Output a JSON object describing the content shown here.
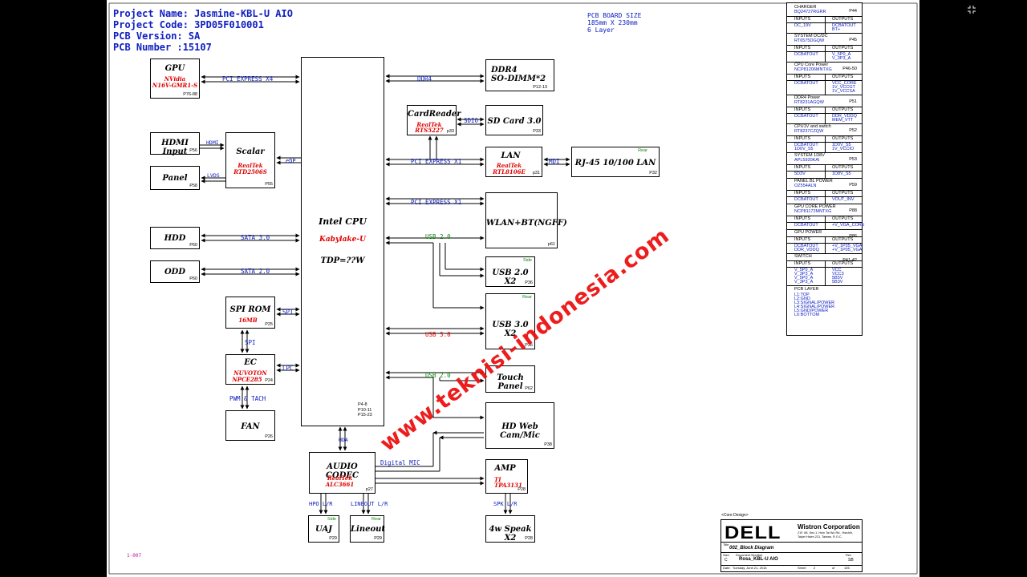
{
  "header": {
    "project_name": "Project Name: Jasmine-KBL-U AIO",
    "project_code": "Project Code: 3PD05F010001",
    "pcb_version": "PCB Version:  SA",
    "pcb_number": "PCB Number :15107"
  },
  "pcb_size": {
    "line1": "PCB BOARD SIZE",
    "line2": "185mm X 230mm",
    "line3": "6 Layer"
  },
  "blocks": {
    "gpu": {
      "title": "GPU",
      "vendor": "NVidia",
      "part": "N16V-GMR1-S",
      "page": "P76-88"
    },
    "hdmi_input": {
      "title": "HDMI Input",
      "page": "P56"
    },
    "panel": {
      "title": "Panel",
      "page": "P58"
    },
    "scalar": {
      "title": "Scalar",
      "vendor": "RealTek",
      "part": "RTD2506S",
      "page": "P55"
    },
    "hdd": {
      "title": "HDD",
      "page": "P60"
    },
    "odd": {
      "title": "ODD",
      "page": "P60"
    },
    "spi_rom": {
      "title": "SPI ROM",
      "size": "16MB",
      "page": "P25"
    },
    "ec": {
      "title": "EC",
      "vendor": "NUVOTON",
      "part": "NPCE285",
      "page": "P24"
    },
    "fan": {
      "title": "FAN",
      "page": "P26"
    },
    "cpu": {
      "title": "Intel CPU",
      "part": "Kabylake-U",
      "tdp": "TDP=??W",
      "pages1": "P4-8",
      "pages2": "P10-11",
      "pages3": "P15-23"
    },
    "ddr4": {
      "title": "DDR4",
      "subtitle": "SO-DIMM*2",
      "page": "P12-13"
    },
    "card_reader": {
      "title": "CardReader",
      "vendor": "RealTek",
      "part": "RTS5227",
      "page": "p33"
    },
    "sd_card": {
      "title": "SD Card 3.0",
      "page": "P33"
    },
    "lan": {
      "title": "LAN",
      "vendor": "RealTek",
      "part": "RTL8106E",
      "page": "p31"
    },
    "rj45": {
      "title": "RJ-45 10/100 LAN",
      "side": "Rear",
      "page": "P32"
    },
    "wlan": {
      "title": "WLAN+BT(NGFF)",
      "page": "p61"
    },
    "usb2": {
      "title": "USB 2.0 X2",
      "side": "Side",
      "page": "P36"
    },
    "usb3": {
      "title": "USB 3.0 X2",
      "side": "Rear",
      "page": "P35"
    },
    "touch": {
      "title": "Touch Panel",
      "page": "P62"
    },
    "webcam": {
      "title": "HD Web Cam/Mic",
      "page": "P38"
    },
    "audio": {
      "title": "AUDIO CODEC",
      "vendor": "RealTek",
      "part": "ALC3661",
      "page": "p27"
    },
    "amp": {
      "title": "AMP",
      "vendor": "TI",
      "part": "TPA3131",
      "page": "P28"
    },
    "uaj": {
      "title": "UAJ",
      "side": "Side",
      "page": "P29"
    },
    "lineout": {
      "title": "Lineout",
      "side": "Rear",
      "page": "P29"
    },
    "speaker": {
      "title": "4w Speak X2",
      "page": "P28"
    }
  },
  "buses": {
    "pcie_x4": "PCI EXPRESS X4",
    "hdmi": "HDMI",
    "lvds": "LVDS",
    "edp": "eDP",
    "sata3": "SATA 3.0",
    "sata2": "SATA 2.0",
    "spi1": "SPI",
    "spi2": "SPI",
    "lpc": "LPC",
    "pwm_tach": "PWM & TACH",
    "hda": "HDA",
    "ddr4": "DDR4",
    "sdio": "SDIO",
    "pcie_x1_lan": "PCI EXPRESS X1",
    "mdi": "MDI",
    "pcie_x1_wlan": "PCI EXPRESS X1",
    "usb20_a": "USB 2.0",
    "usb30": "USB 3.0",
    "usb20_b": "USB 2.0",
    "digital_mic": "Digital MIC",
    "hpo_lr": "HPO L/R",
    "lineout_lr": "LINEOUT L/R",
    "spk_lr": "SPK L/R"
  },
  "power_table": [
    {
      "name": "CHARGER",
      "part": "BQ24727RGRR",
      "pin": "P44",
      "inputs": [
        "DC_19V"
      ],
      "outputs": [
        "DCBATOUT",
        "BT+"
      ]
    },
    {
      "name": "SYSTEM DC/DC",
      "part": "RT6575DGQW",
      "pin": "P45",
      "inputs": [
        "DCBATOUT"
      ],
      "outputs": [
        "V_5P0_A",
        "V_3P3_A"
      ]
    },
    {
      "name": "CPU Core Power",
      "part": "NCP81206MNTXG",
      "pin": "P46-50",
      "inputs": [
        "DCBATOUT"
      ],
      "outputs": [
        "VCC_CORE",
        "1V_VCCGT",
        "1V_VCCSA"
      ]
    },
    {
      "name": "DDR4 Power",
      "part": "RT8231AGQW",
      "pin": "P51",
      "inputs": [
        "DCBATOUT"
      ],
      "outputs": [
        "DDR_VDDQ",
        "MEM_VTT"
      ]
    },
    {
      "name": "CPU1V and switch",
      "part": "RT8237CZQW",
      "pin": "P52",
      "inputs": [
        "DCBATOUT",
        "1D0V_S5"
      ],
      "outputs": [
        "1D0V_S5",
        "1V_VCCIO"
      ]
    },
    {
      "name": "SYSTEM 1D8V",
      "part": "APL5930KAI",
      "pin": "P53",
      "inputs": [
        "5D3V"
      ],
      "outputs": [
        "1D8V_S5"
      ]
    },
    {
      "name": "PANEL BL POWER",
      "part": "OZ554ALN",
      "pin": "P59",
      "inputs": [
        "DCBATOUT"
      ],
      "outputs": [
        "VOUT_INV"
      ]
    },
    {
      "name": "GPU CORE POWER",
      "part": "NCP81172MNTXG",
      "pin": "P88",
      "inputs": [
        "DCBATOUT"
      ],
      "outputs": [
        "+V_VGA_CORE"
      ]
    },
    {
      "name": "GPU POWER",
      "part": "",
      "pin": "P86",
      "inputs": [
        "DCBATOUT",
        "DDR_VDDQ"
      ],
      "outputs": [
        "+V_1P35_VGA",
        "+V_1P05_VGA"
      ]
    },
    {
      "name": "SWITCH",
      "part": "",
      "pin": "P41-42",
      "inputs": [
        "V_5P0_A",
        "V_3P3_A",
        "V_5P0_A",
        "V_3P3_A"
      ],
      "outputs": [
        "VCC",
        "VCC3",
        "5B5V",
        "5B3V"
      ]
    }
  ],
  "power_table_labels": {
    "inputs": "INPUTS",
    "outputs": "OUTPUTS"
  },
  "pcb_layer": {
    "title": "PCB LAYER",
    "layers": [
      "L1:TOP",
      "L2:GND",
      "L3:SIGNAL/POWER",
      "L4:SIGNAL/POWER",
      "L5:GND/POWER",
      "L6:BOTTOM"
    ]
  },
  "title_block": {
    "core_design": "<Core Design>",
    "logo": "DELL",
    "company": "Wistron Corporation",
    "address1": "21F, 88, Sec.1, Hsin Tai Wu Rd., Hsichih,",
    "address2": "Taipei Hsien 221, Taiwan, R.O.C.",
    "title_label": "Title",
    "title": "002_Block Diagram",
    "size_label": "Size",
    "size": "C",
    "doc_label": "Document Number",
    "doc": "Rosa_KBL-U AIO",
    "rev_label": "Rev",
    "rev": "SB",
    "date_label": "Date:",
    "date": "Tuesday, June 21, 2016",
    "sheet_label": "Sheet",
    "sheet": "2",
    "of_label": "of",
    "of": "105"
  },
  "revision_mark": "1-007",
  "watermark": "www.teknisi-indonesia.com"
}
